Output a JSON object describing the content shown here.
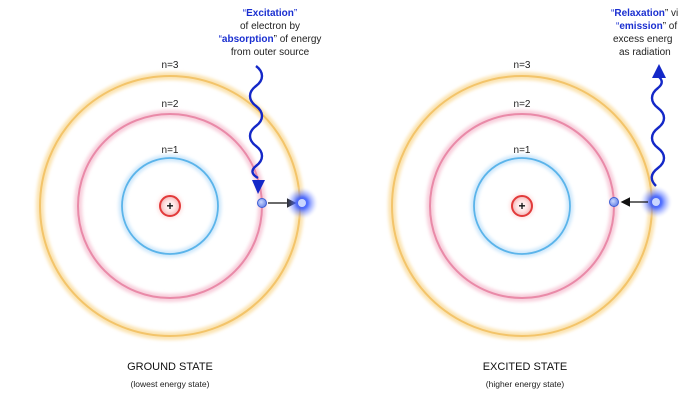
{
  "colors": {
    "shell_n3": "#f3c46a",
    "shell_n2": "#e98aa8",
    "shell_n1": "#5bb4ea",
    "nucleus": "#e23a3a",
    "electron": "#3b5fd6",
    "wave": "#1428c8",
    "text_accent": "#1a2fd0",
    "text_main": "#222222"
  },
  "icons": {
    "nucleus": "plus-sign",
    "electron": "circle-dot",
    "wave": "wavy-arrow"
  },
  "shells": {
    "n3": "n=3",
    "n2": "n=2",
    "n1": "n=1"
  },
  "left": {
    "note_line1_quote_open": "“",
    "note_line1_emph": "Excitation",
    "note_line1_quote_close": "”",
    "note_line2": "of electron by",
    "note_line3_quote_open": "“",
    "note_line3_emph": "absorption",
    "note_line3_rest": "” of energy",
    "note_line4": "from outer source",
    "state_title": "GROUND STATE",
    "state_subtitle": "(lowest energy state)"
  },
  "right": {
    "note_line1_quote_open": "“",
    "note_line1_emph": "Relaxation",
    "note_line1_rest": "” vi",
    "note_line2_quote_open": "“",
    "note_line2_emph": "emission",
    "note_line2_rest": "” of",
    "note_line3": "excess energ",
    "note_line4": "as radiation",
    "state_title": "EXCITED STATE",
    "state_subtitle": "(higher energy state)"
  },
  "nucleus_symbol": "+"
}
